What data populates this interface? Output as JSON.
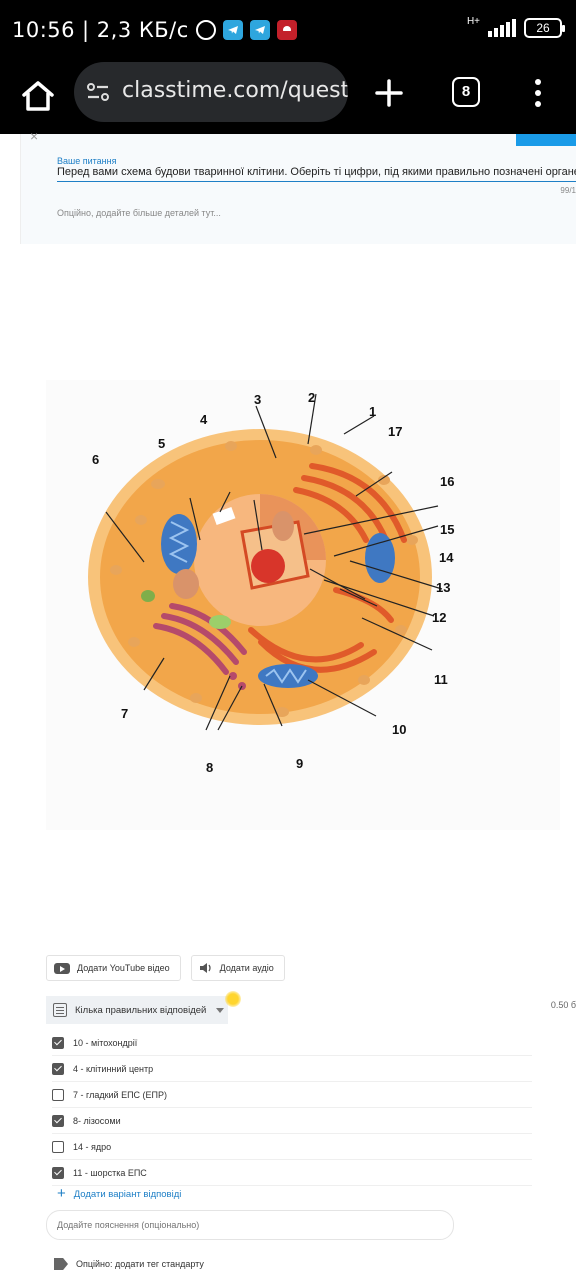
{
  "status_bar": {
    "time": "10:56",
    "net_speed": "| 2,3 КБ/с",
    "network_type": "H+",
    "battery": "26"
  },
  "browser": {
    "url": "classtime.com/quest",
    "tab_count": "8"
  },
  "question": {
    "label": "Ваше питання",
    "text": "Перед вами схема будови тваринної клітини. Оберіть ті цифри, під якими правильно позначені органели",
    "counter": "99/1",
    "details_placeholder": "Опційно, додайте більше деталей тут..."
  },
  "diagram": {
    "labels": [
      "1",
      "2",
      "3",
      "4",
      "5",
      "6",
      "7",
      "8",
      "9",
      "10",
      "11",
      "12",
      "13",
      "14",
      "15",
      "16",
      "17"
    ],
    "colors": {
      "cytoplasm": "#f2a64a",
      "membrane": "#f8c37a",
      "nucleus": "#f7b77e",
      "nucleolus": "#d8352a",
      "mitochondria": "#3f78c2",
      "golgi": "#b54a6b",
      "er": "#e05a2a"
    }
  },
  "media": {
    "youtube_label": "Додати YouTube відео",
    "audio_label": "Додати аудіо"
  },
  "answer_type": {
    "label": "Кілька правильних відповідей"
  },
  "points": "0.50 б",
  "answers": [
    {
      "text": "10 - мітохондрії",
      "checked": true
    },
    {
      "text": "4 - клітинний центр",
      "checked": true
    },
    {
      "text": "7 - гладкий ЕПС (ЕПР)",
      "checked": false
    },
    {
      "text": "8- лізосоми",
      "checked": true
    },
    {
      "text": "14 - ядро",
      "checked": false
    },
    {
      "text": "11 - шорстка ЕПС",
      "checked": true
    }
  ],
  "add_answer_label": "Додати варіант відповіді",
  "explanation_placeholder": "Додайте пояснення (опціонально)",
  "tag_label": "Опційно: додати тег стандарту"
}
